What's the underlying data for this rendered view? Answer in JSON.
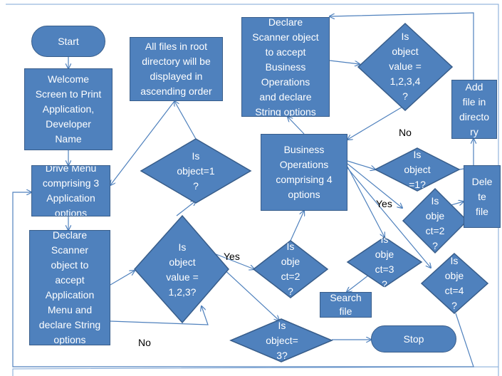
{
  "colors": {
    "shape_fill": "#4f81bd",
    "shape_stroke": "#385d8a",
    "line": "#4f81bd",
    "frame": "#7ea6d6"
  },
  "nodes": {
    "start": "Start",
    "welcome": "Welcome\nScreen to Print\nApplication,\nDeveloper\nName",
    "drive_menu": "Drive Menu\ncomprising 3\nApplication\noptions",
    "declare_scanner_app": "Declare\nScanner\nobject to\naccept\nApplication\nMenu  and\ndeclare String\noptions",
    "all_files": "All files in root\ndirectory will be\ndisplayed in\nascending order",
    "is_object_1": "Is\nobject=1\n?",
    "is_object_value_123": "Is\nobject\nvalue =\n1,2,3?",
    "declare_scanner_biz": "Declare\nScanner object\nto accept\nBusiness\nOperations\nand declare\nString options",
    "is_object_value_1234": "Is\nobject\nvalue =\n1,2,3,4\n?",
    "add_file": "Add\nfile in\ndirecto\nry",
    "business_ops": "Business\nOperations\ncomprising 4\noptions",
    "is_object_1_biz": "Is\nobject\n=1?",
    "delete_file": "Dele\nte\nfile",
    "is_object_2_biz": "Is\nobje\nct=2\n?",
    "is_object_2": "Is\nobje\nct=2\n?",
    "is_object_3_biz": "Is\nobje\nct=3\n?",
    "is_object_4_biz": "Is\nobje\nct=4\n?",
    "search_file": "Search\nfile",
    "is_object_3": "Is\nobject=\n3?",
    "stop": "Stop"
  },
  "edge_labels": {
    "yes_1": "Yes",
    "no_1": "No",
    "no_2": "No",
    "yes_2": "Yes"
  }
}
